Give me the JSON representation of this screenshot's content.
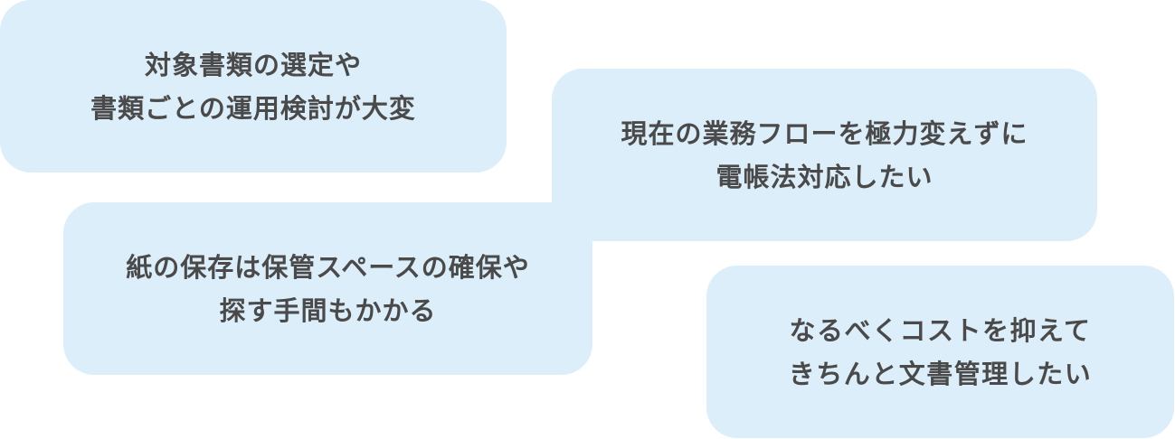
{
  "bubbles": [
    {
      "lines": [
        "対象書類の選定や",
        "書類ごとの運用検討が大変"
      ]
    },
    {
      "lines": [
        "現在の業務フローを極力変えずに",
        "電帳法対応したい"
      ]
    },
    {
      "lines": [
        "紙の保存は保管スペースの確保や",
        "探す手間もかかる"
      ]
    },
    {
      "lines": [
        "なるべくコストを抑えて",
        "きちんと文書管理したい"
      ]
    }
  ],
  "colors": {
    "bubble_background": "#ddeefb",
    "text": "#4a4a4a"
  }
}
